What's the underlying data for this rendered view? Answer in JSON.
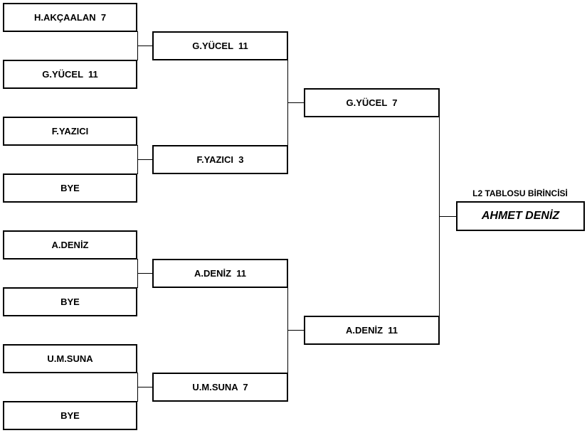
{
  "bracket": {
    "round1": [
      "H.AKÇAALAN  7",
      "G.YÜCEL  11",
      "F.YAZICI",
      "BYE",
      "A.DENİZ",
      "BYE",
      "U.M.SUNA",
      "BYE"
    ],
    "round2": [
      "G.YÜCEL  11",
      "F.YAZICI  3",
      "A.DENİZ  11",
      "U.M.SUNA  7"
    ],
    "round3": [
      "G.YÜCEL  7",
      "A.DENİZ  11"
    ],
    "winner_title": "L2 TABLOSU BİRİNCİSİ",
    "winner": "AHMET DENİZ"
  }
}
